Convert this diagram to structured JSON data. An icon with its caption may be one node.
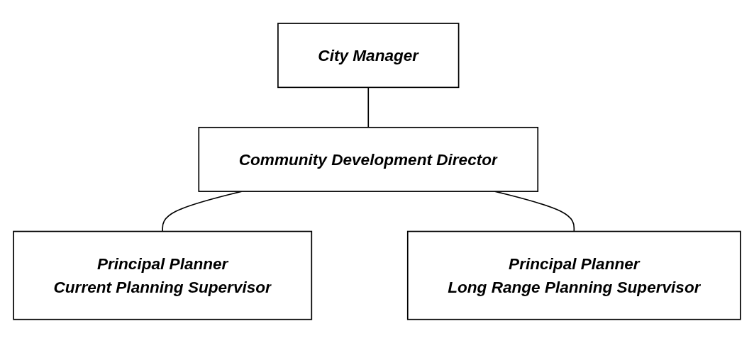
{
  "diagram": {
    "nodes": [
      {
        "text": [
          "City Manager"
        ]
      },
      {
        "text": [
          "Community Development Director"
        ]
      },
      {
        "text": [
          "Principal Planner",
          "Current Planning Supervisor"
        ]
      },
      {
        "text": [
          "Principal Planner",
          "Long Range Planning Supervisor"
        ]
      }
    ],
    "edges": [
      {
        "from": 0,
        "to": 1,
        "arrow": "none"
      },
      {
        "from": 1,
        "to": 2,
        "arrow": "none"
      },
      {
        "from": 1,
        "to": 3,
        "arrow": "none"
      }
    ]
  }
}
